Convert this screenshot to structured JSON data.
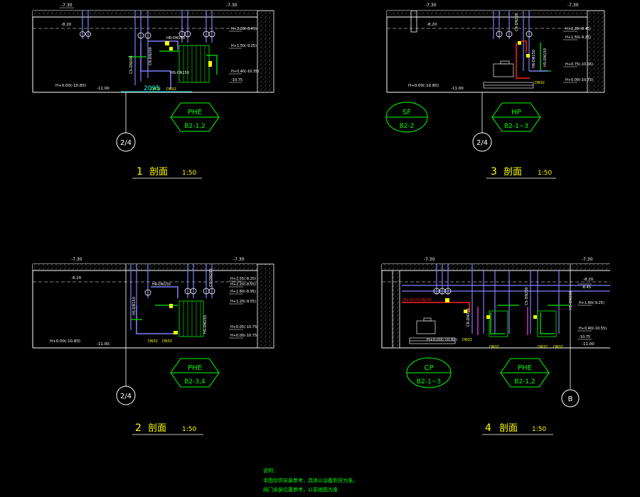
{
  "colors": {
    "background": "#000000",
    "wall": "#ffffff",
    "hatch": "#9a9a9a",
    "callout": "#00ff00",
    "title": "#ffff00",
    "pipe_blue": "#7f7fff",
    "pipe_green": "#00c800",
    "pipe_cyan": "#00ffff",
    "pipe_red": "#ff2020",
    "pipe_magenta": "#ff40ff",
    "equipment": "#d8d8d8"
  },
  "sections": [
    {
      "title_num": "1",
      "title_word": "剖面",
      "title_scale": "1:50",
      "top_level_left": "-7.30",
      "top_level_right": "-7.30",
      "floor_level": "H+0.00(-10.80)",
      "floor_elev": "-11.00",
      "side_level": "-8.20",
      "dim_text": "2095",
      "right_levels": [
        "H+2.20(-8.45)",
        "H+1.50(-9.25)",
        "H+0.40(-10.35)",
        "-10.75"
      ],
      "pipe_labels": [
        "CR-DN200",
        "CS-DN200",
        "HS-DN150",
        "HR-DN150"
      ],
      "small_labels": [
        "DN32",
        "DN32"
      ],
      "tags": [
        {
          "top": "PHE",
          "bottom": "B2-1,2",
          "shape": "hexagon"
        }
      ],
      "grid_bubble": "2/4"
    },
    {
      "title_num": "3",
      "title_word": "剖面",
      "title_scale": "1:50",
      "top_level_left": "-7.30",
      "top_level_right": "-7.30",
      "floor_level": "H+0.00(-10.80)",
      "floor_elev": "-11.00",
      "side_level": "-8.20",
      "right_levels": [
        "H+2.20(-8.45)",
        "H+1.50(-9.25)",
        "H+0.75(-10.05)",
        "H+0.00(-10.75)"
      ],
      "pipe_labels": [
        "HR-DN150",
        "HS-DN150",
        "CR-DN200"
      ],
      "small_labels": [
        "DN32"
      ],
      "tags": [
        {
          "top": "SF",
          "bottom": "B2-2",
          "shape": "ellipse"
        },
        {
          "top": "HP",
          "bottom": "B2-1~3",
          "shape": "hexagon"
        }
      ],
      "grid_bubble": "2/4"
    },
    {
      "title_num": "2",
      "title_word": "剖面",
      "title_scale": "1:50",
      "top_level_left": "-7.30",
      "top_level_right": "-7.30",
      "floor_level": "H+0.00(-10.80)",
      "floor_elev": "-11.00",
      "side_level": "-8.20",
      "right_levels": [
        "H+2.55(-8.20)",
        "H+2.20(-8.55)",
        "H+1.80(-8.95)",
        "H+1.20(-9.55)",
        "H+0.05(-10.75)",
        "H+0.00(-10.75)"
      ],
      "pipe_labels": [
        "HR-DN150",
        "HS-DN150",
        "HS-DN150",
        "CS-DN200"
      ],
      "small_labels": [
        "DN32",
        "DN32"
      ],
      "tags": [
        {
          "top": "PHE",
          "bottom": "B2-3,4",
          "shape": "hexagon"
        }
      ],
      "grid_bubble": "2/4"
    },
    {
      "title_num": "4",
      "title_word": "剖面",
      "title_scale": "1:50",
      "top_level_left": "-7.30",
      "top_level_right": "-7.30",
      "floor_level": "H+0.00(-10.80)",
      "floor_elev": "-11.00",
      "side_level": "-8.20",
      "red_note": "(B1,B2)与DN200",
      "right_levels": [
        "-8.45",
        "H+1.60(-9.25)",
        "H+0.40(-10.55)",
        "-10.75"
      ],
      "pipe_labels": [
        "CR-DN200",
        "CS-DN200",
        "HS-DN200"
      ],
      "small_labels": [
        "DN32",
        "DN32",
        "DN32",
        "DN32"
      ],
      "tags": [
        {
          "top": "CP",
          "bottom": "B2-1~3",
          "shape": "ellipse"
        },
        {
          "top": "PHE",
          "bottom": "B2-1,2",
          "shape": "hexagon"
        }
      ],
      "grid_bubble": "B"
    }
  ],
  "notes": {
    "heading": "说明：",
    "line1": "本图仅供安装参考，具体以设备到货为准。",
    "line2": "阀门安装位置参考，以系统图为准"
  }
}
